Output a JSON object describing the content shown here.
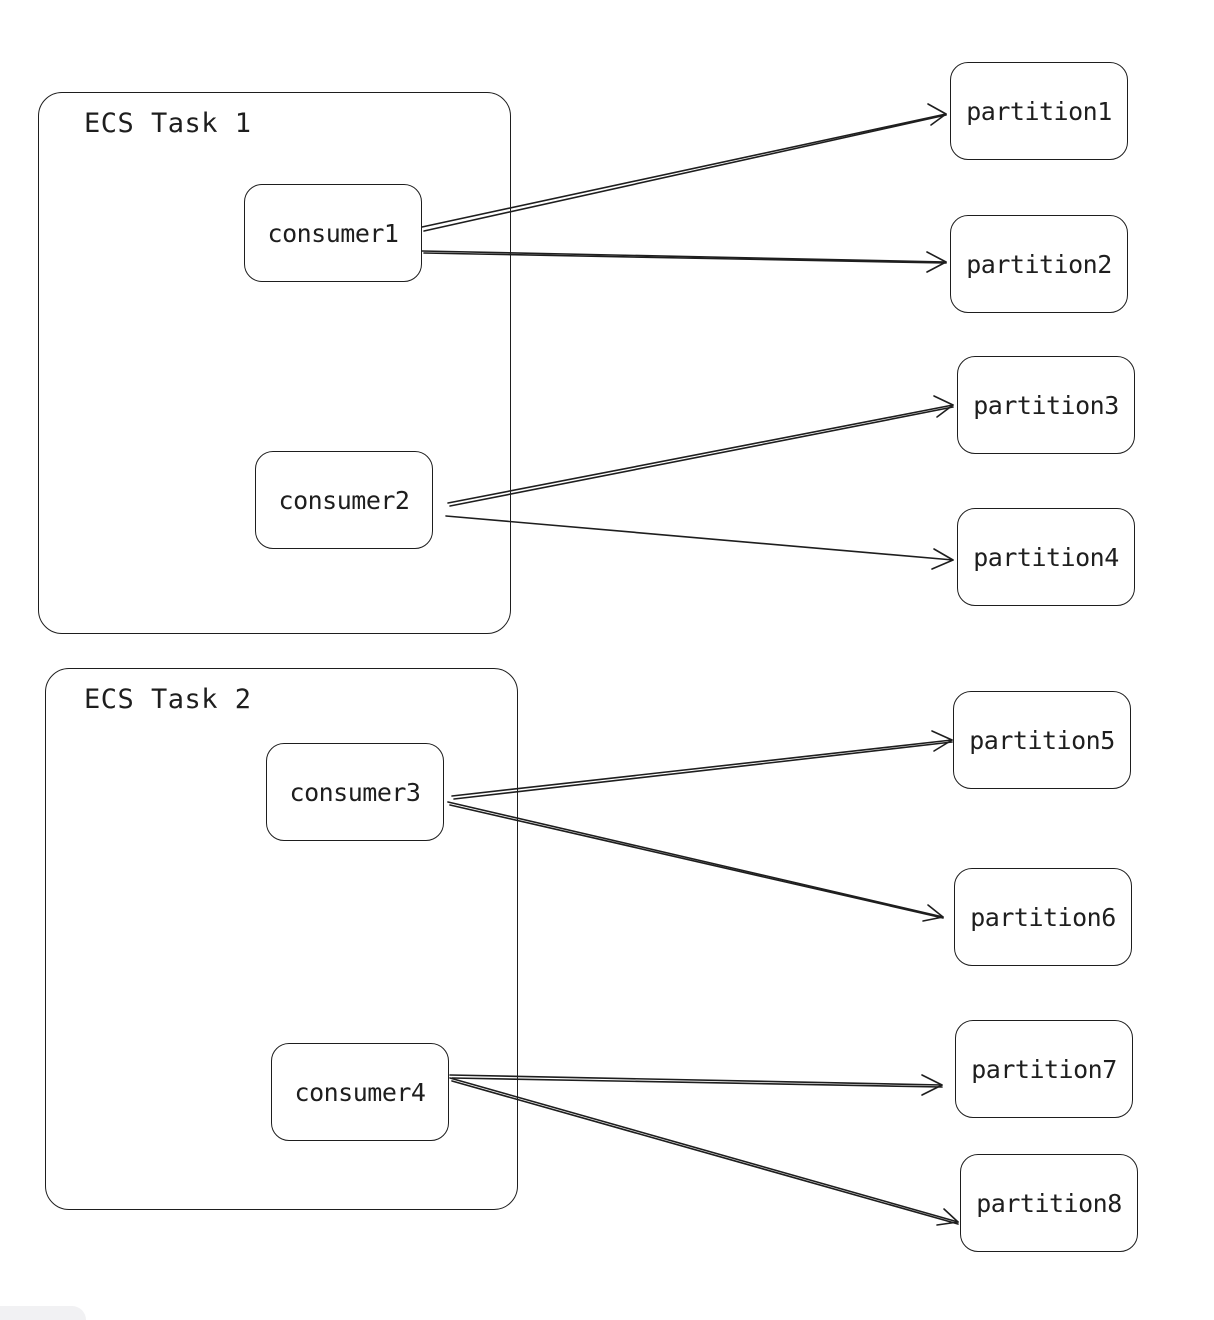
{
  "diagram": {
    "groups": [
      {
        "id": "task1",
        "title": "ECS Task 1"
      },
      {
        "id": "task2",
        "title": "ECS Task 2"
      }
    ],
    "consumers": [
      {
        "id": "consumer1",
        "label": "consumer1"
      },
      {
        "id": "consumer2",
        "label": "consumer2"
      },
      {
        "id": "consumer3",
        "label": "consumer3"
      },
      {
        "id": "consumer4",
        "label": "consumer4"
      }
    ],
    "partitions": [
      {
        "id": "partition1",
        "label": "partition1"
      },
      {
        "id": "partition2",
        "label": "partition2"
      },
      {
        "id": "partition3",
        "label": "partition3"
      },
      {
        "id": "partition4",
        "label": "partition4"
      },
      {
        "id": "partition5",
        "label": "partition5"
      },
      {
        "id": "partition6",
        "label": "partition6"
      },
      {
        "id": "partition7",
        "label": "partition7"
      },
      {
        "id": "partition8",
        "label": "partition8"
      }
    ],
    "edges": [
      {
        "from": "consumer1",
        "to": "partition1"
      },
      {
        "from": "consumer1",
        "to": "partition2"
      },
      {
        "from": "consumer2",
        "to": "partition3"
      },
      {
        "from": "consumer2",
        "to": "partition4"
      },
      {
        "from": "consumer3",
        "to": "partition5"
      },
      {
        "from": "consumer3",
        "to": "partition6"
      },
      {
        "from": "consumer4",
        "to": "partition7"
      },
      {
        "from": "consumer4",
        "to": "partition8"
      }
    ],
    "colors": {
      "stroke": "#1e1e1e",
      "background": "#ffffff"
    }
  }
}
